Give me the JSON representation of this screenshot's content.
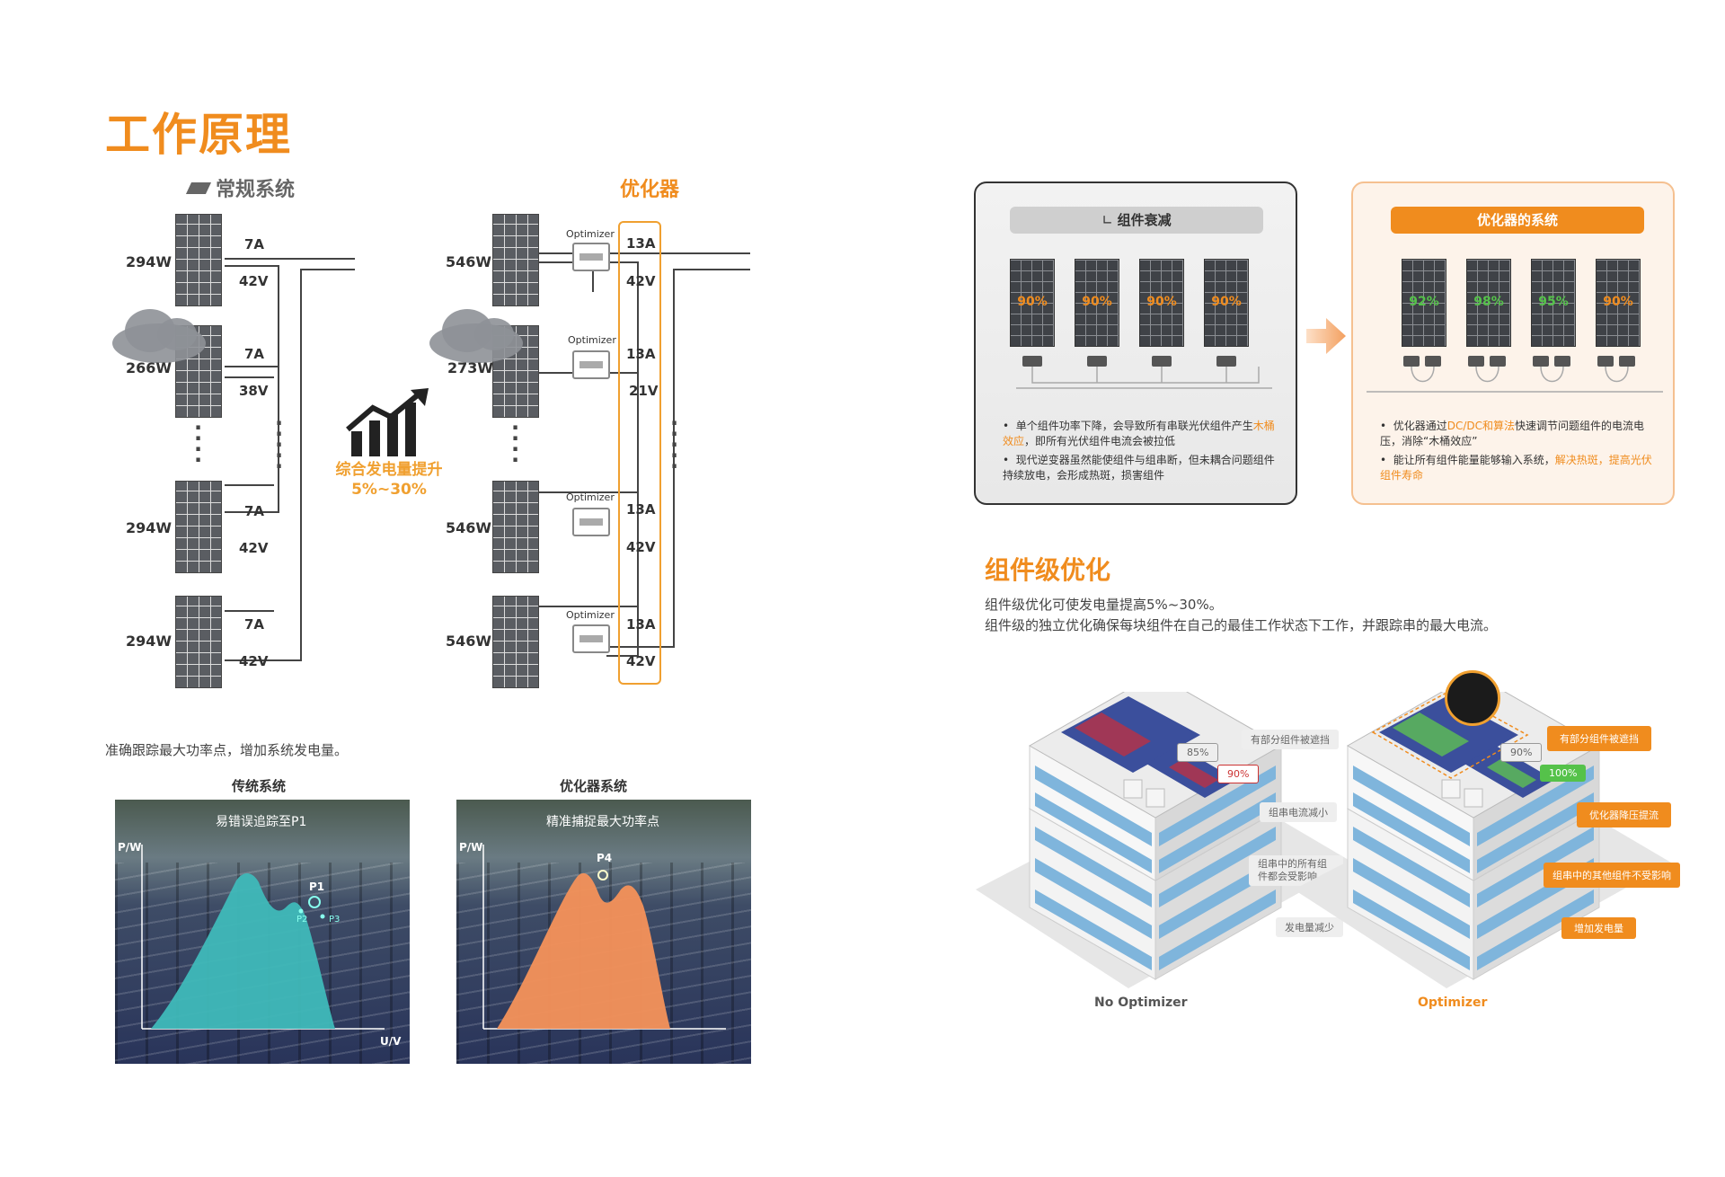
{
  "page": {
    "title": "工作原理",
    "left": {
      "conventional_label": "常规系统",
      "optimizer_label": "优化器",
      "conventional_rows": [
        {
          "power": "294W",
          "current": "7A",
          "voltage": "42V"
        },
        {
          "power": "266W",
          "current": "7A",
          "voltage": "38V"
        },
        {
          "power": "294W",
          "current": "7A",
          "voltage": "42V"
        },
        {
          "power": "294W",
          "current": "7A",
          "voltage": "42V"
        }
      ],
      "optimizer_rows": [
        {
          "power": "546W",
          "current": "13A",
          "voltage": "42V"
        },
        {
          "power": "273W",
          "current": "13A",
          "voltage": "21V"
        },
        {
          "power": "546W",
          "current": "13A",
          "voltage": "42V"
        },
        {
          "power": "546W",
          "current": "13A",
          "voltage": "42V"
        }
      ],
      "optimizer_tag": "Optimizer",
      "gain_line1": "综合发电量提升",
      "gain_line2": "5%~30%",
      "mppt_caption": "准确跟踪最大功率点，增加系统发电量。",
      "traditional_title": "传统系统",
      "traditional_note": "易错误追踪至P1",
      "optimizer_sys_title": "优化器系统",
      "optimizer_sys_note": "精准捕捉最大功率点",
      "axis_y": "P/W",
      "axis_x": "U/V",
      "points_trad": [
        "P1",
        "P2",
        "P3"
      ],
      "point_opt": "P4"
    },
    "right": {
      "card1": {
        "header": "组件衰减",
        "percents": [
          "90%",
          "90%",
          "90%",
          "90%"
        ],
        "bullet1_a": "单个组件功率下降，会导致所有串联光伏组件产生",
        "bullet1_b": "木桶效应",
        "bullet1_c": "，即所有光伏组件电流会被拉低",
        "bullet2": "现代逆变器虽然能使组件与组串断，但未耦合问题组件持续放电，会形成热斑，损害组件"
      },
      "card2": {
        "header": "优化器的系统",
        "percents": [
          "92%",
          "98%",
          "95%",
          "90%"
        ],
        "bullet1_a": "优化器通过",
        "bullet1_b": "DC/DC和算法",
        "bullet1_c": "快速调节问题组件的电流电压，消除“木桶效应”",
        "bullet2_a": "能让所有组件能量能够输入系统，",
        "bullet2_b": "解决热斑，提高光伏组件寿命"
      },
      "section_title": "组件级优化",
      "desc1": "组件级优化可使发电量提高5%~30%。",
      "desc2": "组件级的独立优化确保每块组件在自己的最佳工作状态下工作，并跟踪串的最大电流。",
      "no_opt": {
        "label": "No Optimizer",
        "tag_pct1": "85%",
        "tag_pct2": "90%",
        "notes": [
          "有部分组件被遮挡",
          "组串电流减小",
          "组串中的所有组件都会受影响",
          "发电量减少"
        ]
      },
      "opt": {
        "label": "Optimizer",
        "tag_pct1": "90%",
        "tag_pct2": "100%",
        "notes": [
          "有部分组件被遮挡",
          "优化器降压提流",
          "组串中的其他组件不受影响",
          "增加发电量"
        ]
      }
    }
  },
  "colors": {
    "accent": "#f08c1e",
    "teal": "#3fb9b9",
    "salmon": "#f2915a",
    "green": "#55c24a"
  }
}
